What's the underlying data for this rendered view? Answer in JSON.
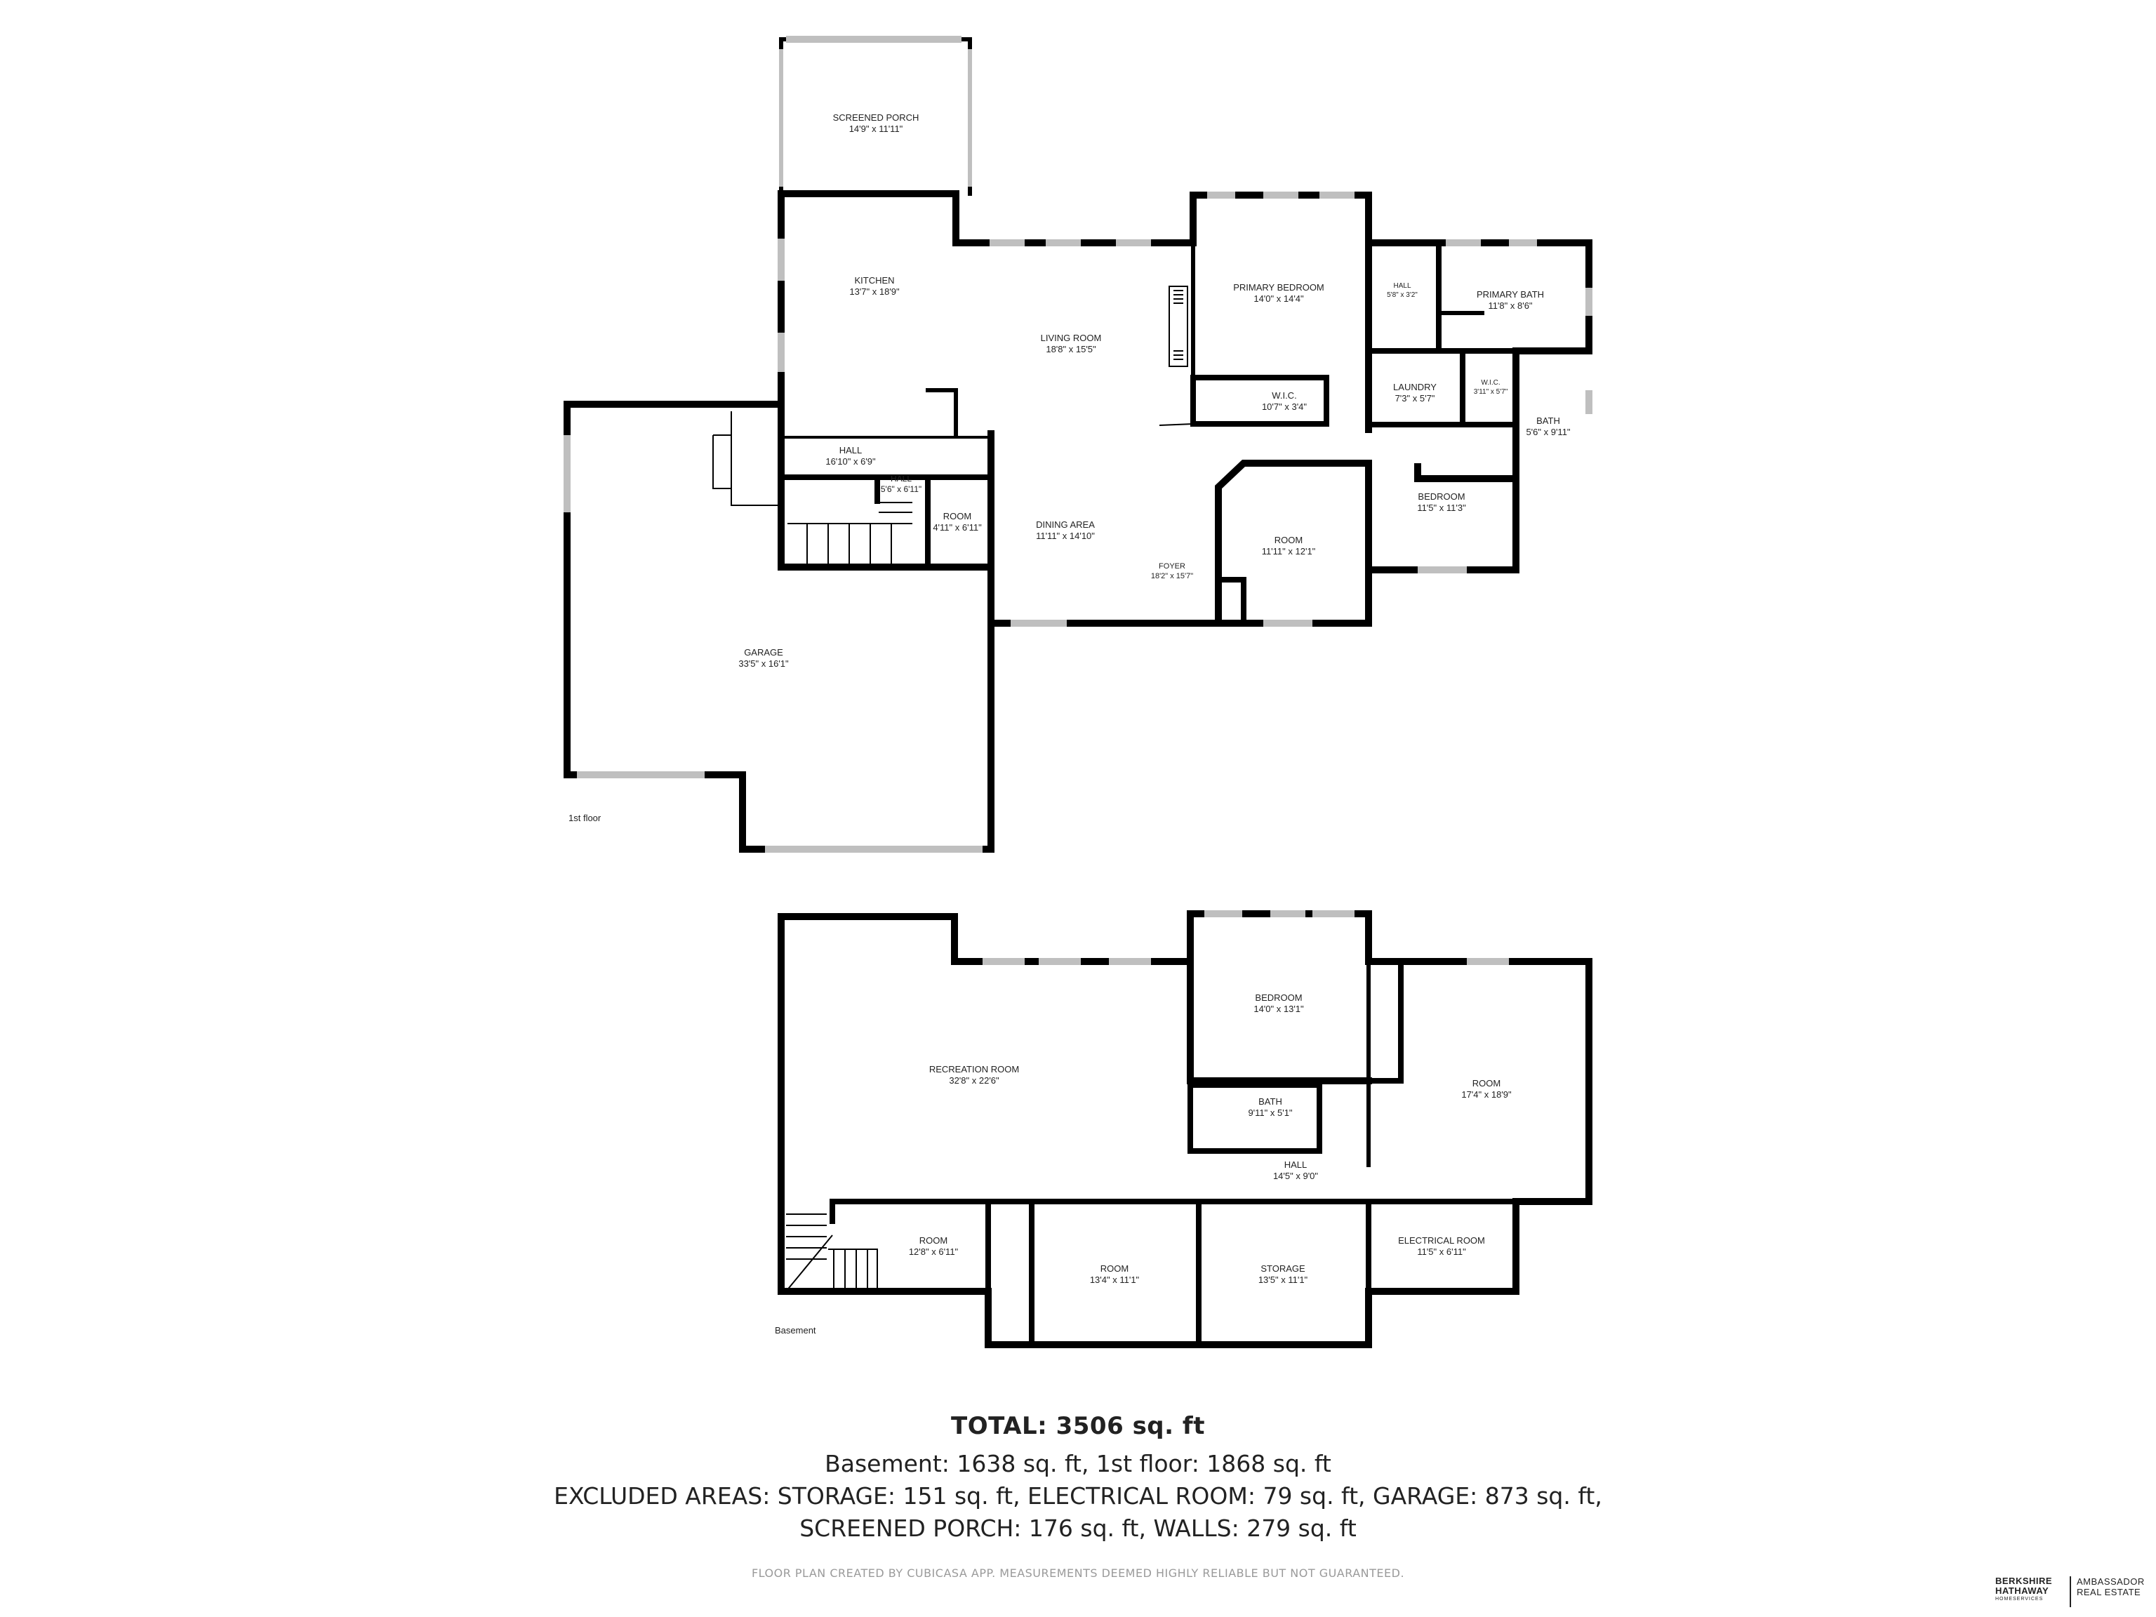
{
  "floors": [
    {
      "label": "1st floor",
      "rooms": [
        {
          "name": "SCREENED PORCH",
          "dims": "14'9\" x 11'11\""
        },
        {
          "name": "KITCHEN",
          "dims": "13'7\" x 18'9\""
        },
        {
          "name": "LIVING ROOM",
          "dims": "18'8\" x 15'5\""
        },
        {
          "name": "PRIMARY BEDROOM",
          "dims": "14'0\" x 14'4\""
        },
        {
          "name": "HALL",
          "dims": "5'8\" x 3'2\""
        },
        {
          "name": "PRIMARY BATH",
          "dims": "11'8\" x 8'6\""
        },
        {
          "name": "W.I.C.",
          "dims": "10'7\" x 3'4\""
        },
        {
          "name": "LAUNDRY",
          "dims": "7'3\" x 5'7\""
        },
        {
          "name": "W.I.C.",
          "dims": "3'11\" x 5'7\""
        },
        {
          "name": "BATH",
          "dims": "5'6\" x 9'11\""
        },
        {
          "name": "HALL",
          "dims": "16'10\" x 6'9\""
        },
        {
          "name": "HALL",
          "dims": "5'6\" x 6'11\""
        },
        {
          "name": "ROOM",
          "dims": "4'11\" x 6'11\""
        },
        {
          "name": "DINING AREA",
          "dims": "11'11\" x 14'10\""
        },
        {
          "name": "FOYER",
          "dims": "18'2\" x 15'7\""
        },
        {
          "name": "ROOM",
          "dims": "11'11\" x 12'1\""
        },
        {
          "name": "BEDROOM",
          "dims": "11'5\" x 11'3\""
        },
        {
          "name": "GARAGE",
          "dims": "33'5\" x 16'1\""
        }
      ]
    },
    {
      "label": "Basement",
      "rooms": [
        {
          "name": "RECREATION ROOM",
          "dims": "32'8\" x 22'6\""
        },
        {
          "name": "BEDROOM",
          "dims": "14'0\" x 13'1\""
        },
        {
          "name": "BATH",
          "dims": "9'11\" x 5'1\""
        },
        {
          "name": "ROOM",
          "dims": "17'4\" x 18'9\""
        },
        {
          "name": "HALL",
          "dims": "14'5\" x 9'0\""
        },
        {
          "name": "ROOM",
          "dims": "12'8\" x 6'11\""
        },
        {
          "name": "ROOM",
          "dims": "13'4\" x 11'1\""
        },
        {
          "name": "STORAGE",
          "dims": "13'5\" x 11'1\""
        },
        {
          "name": "ELECTRICAL ROOM",
          "dims": "11'5\" x 6'11\""
        }
      ]
    }
  ],
  "summary": {
    "total": "TOTAL: 3506 sq. ft",
    "line1": "Basement: 1638 sq. ft, 1st floor: 1868 sq. ft",
    "line2": "EXCLUDED AREAS: STORAGE: 151 sq. ft, ELECTRICAL ROOM: 79 sq. ft, GARAGE: 873 sq. ft,",
    "line3": "SCREENED PORCH: 176 sq. ft, WALLS: 279 sq. ft"
  },
  "disclaimer": "FLOOR PLAN CREATED BY CUBICASA APP. MEASUREMENTS DEEMED HIGHLY RELIABLE BUT NOT GUARANTEED.",
  "brand": {
    "line1": "BERKSHIRE",
    "line2": "HATHAWAY",
    "line3": "HOMESERVICES",
    "line4": "AMBASSADOR",
    "line5": "REAL ESTATE"
  },
  "colors": {
    "wall": "#000000",
    "text": "#222222",
    "window": "#bfbfbf",
    "disclaimer": "#9a9a9a"
  }
}
